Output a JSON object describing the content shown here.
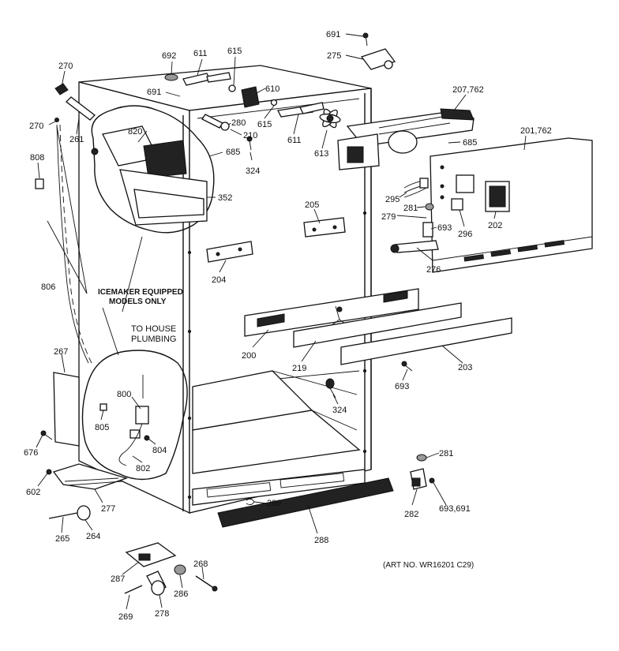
{
  "callouts": {
    "p270a": "270",
    "p270b": "270",
    "p261": "261",
    "p808": "808",
    "p806": "806",
    "p692": "692",
    "p611a": "611",
    "p615a": "615",
    "p691a": "691",
    "p610": "610",
    "p280": "280",
    "p615b": "615",
    "p210": "210",
    "p820": "820",
    "p685a": "685",
    "p324a": "324",
    "p352": "352",
    "p611b": "611",
    "p613": "613",
    "p691b": "691",
    "p275": "275",
    "p207_762": "207,762",
    "p201_762": "201,762",
    "p685b": "685",
    "p295": "295",
    "p281a": "281",
    "p279": "279",
    "p693a": "693",
    "p296": "296",
    "p202": "202",
    "p276": "276",
    "p205": "205",
    "p204": "204",
    "p200": "200",
    "p219": "219",
    "p203": "203",
    "p693b": "693",
    "p324b": "324",
    "p267": "267",
    "p800": "800",
    "p805": "805",
    "p804": "804",
    "p802": "802",
    "p676": "676",
    "p602": "602",
    "p277": "277",
    "p265": "265",
    "p264": "264",
    "p289": "289",
    "p288": "288",
    "p281b": "281",
    "p282": "282",
    "p693_691": "693,691",
    "p287": "287",
    "p268": "268",
    "p286": "286",
    "p269": "269",
    "p278": "278"
  },
  "notes": {
    "icemaker_line1": "ICEMAKER EQUIPPED",
    "icemaker_line2": "MODELS ONLY",
    "plumbing_line1": "TO HOUSE",
    "plumbing_line2": "PLUMBING",
    "art_no": "(ART NO. WR16201 C29)"
  }
}
